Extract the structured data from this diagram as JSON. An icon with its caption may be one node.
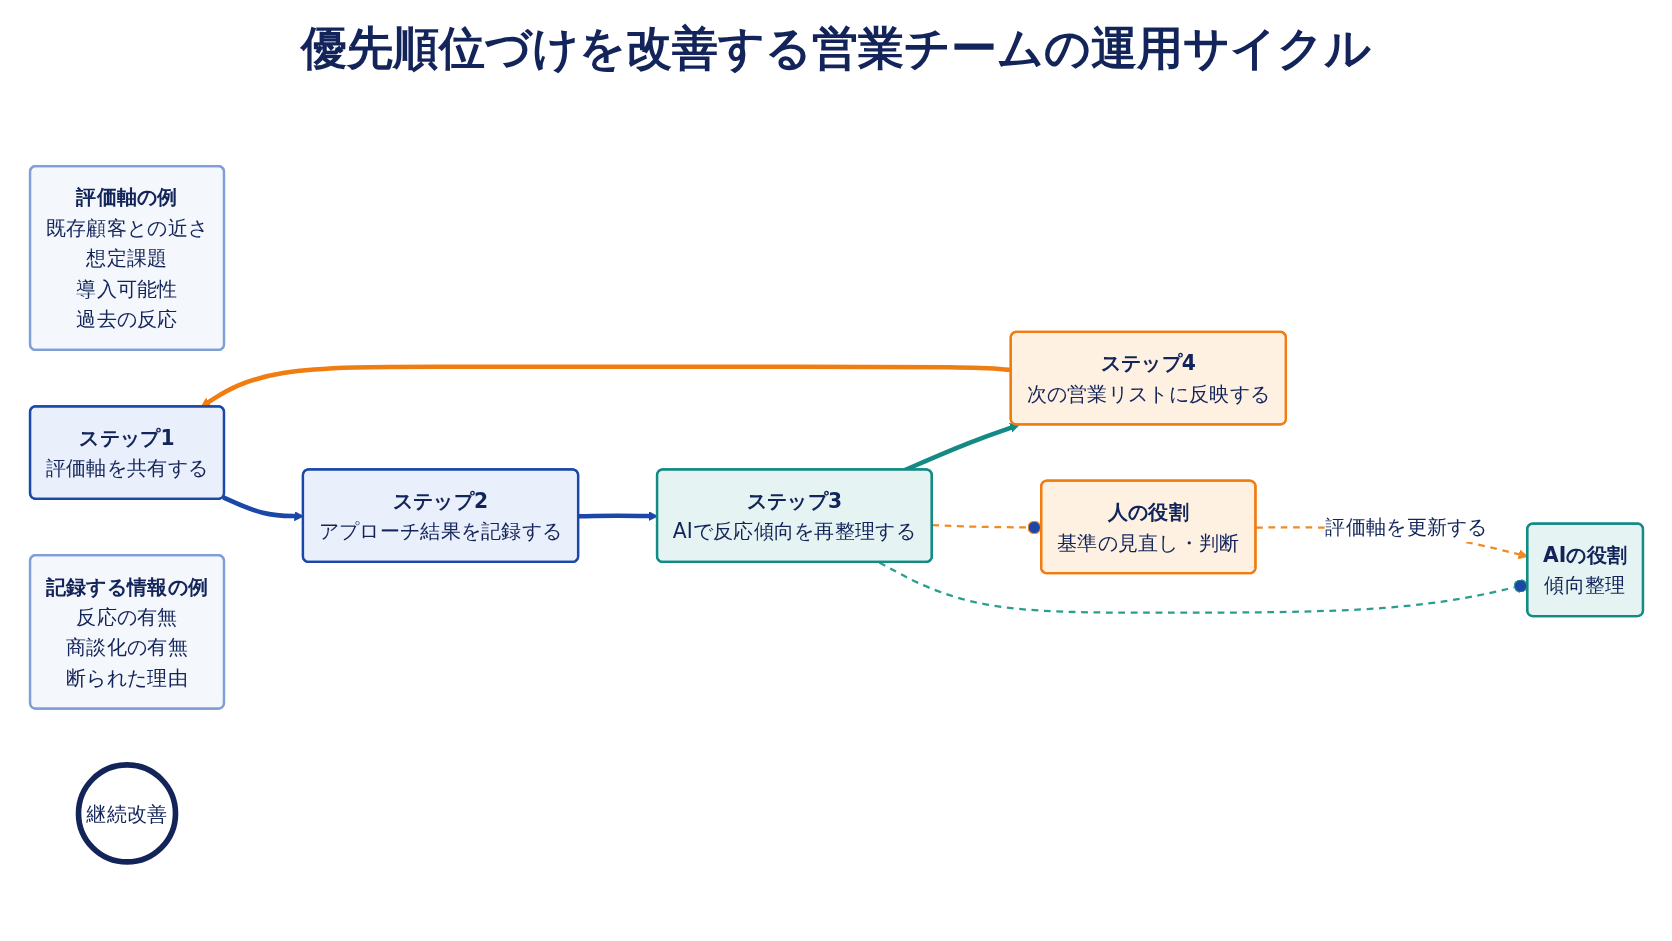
{
  "diagram": {
    "title": "優先順位づけを改善する営業チームの運用サイクル",
    "nodes": [
      {
        "text": [
          "評価軸の例",
          "既存顧客との近さ",
          "想定課題",
          "導入可能性",
          "過去の反応"
        ]
      },
      {
        "text": [
          "ステップ1",
          "評価軸を共有する"
        ]
      },
      {
        "text": [
          "記録する情報の例",
          "反応の有無",
          "商談化の有無",
          "断られた理由"
        ]
      },
      {
        "text": [
          "ステップ4",
          "次の営業リストに反映する"
        ]
      },
      {
        "text": [
          "継続改善"
        ]
      },
      {
        "text": [
          "ステップ2",
          "アプローチ結果を記録する"
        ]
      },
      {
        "text": [
          "AIの役割",
          "傾向整理"
        ]
      },
      {
        "text": [
          "ステップ3",
          "AIで反応傾向を再整理する"
        ]
      },
      {
        "text": [
          "人の役割",
          "基準の見直し・判断"
        ]
      }
    ],
    "edges": [
      {
        "from": 1,
        "to": 5,
        "arrow": "to",
        "color": "#1a47a8"
      },
      {
        "from": 5,
        "to": 7,
        "arrow": "to",
        "color": "#1a47a8"
      },
      {
        "from": 7,
        "to": 3,
        "arrow": "to",
        "color": "#138a84"
      },
      {
        "from": 3,
        "to": 1,
        "arrow": "to",
        "color": "#f07c12"
      },
      {
        "from": 7,
        "to": 6,
        "arrow": "other",
        "style": "dashed",
        "color": "#2a9d8f"
      },
      {
        "from": 7,
        "to": 8,
        "arrow": "other",
        "style": "dashed",
        "color": "#f08a24"
      },
      {
        "from": 8,
        "to": 6,
        "arrow": "to",
        "style": "dashed",
        "color": "#f08a24",
        "label": "評価軸を更新する"
      }
    ]
  }
}
